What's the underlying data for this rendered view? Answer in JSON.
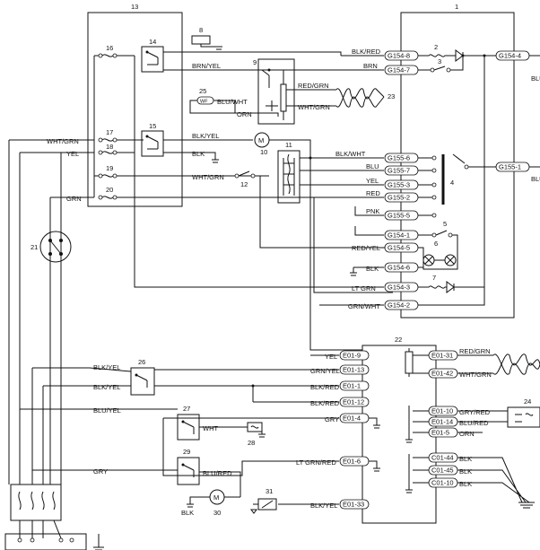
{
  "components": {
    "c1": "1",
    "c2": "2",
    "c3": "3",
    "c4": "4",
    "c5": "5",
    "c6": "6",
    "c7": "7",
    "c8": "8",
    "c9": "9",
    "c10": "10",
    "c11": "11",
    "c12": "12",
    "c13": "13",
    "c14": "14",
    "c15": "15",
    "c16": "16",
    "c17": "17",
    "c18": "18",
    "c19": "19",
    "c20": "20",
    "c21": "21",
    "c22": "22",
    "c23": "23",
    "c24": "24",
    "c25": "25",
    "c26": "26",
    "c27": "27",
    "c28": "28",
    "c29": "29",
    "c30": "30",
    "c31": "31"
  },
  "wires": {
    "blk_red_top": "BLK/RED",
    "brn": "BRN",
    "brn_yel": "BRN/YEL",
    "blu_wht": "BLU/WHT",
    "red_grn_top": "RED/GRN",
    "wht_grn_top": "WHT/GRN",
    "orn_top": "ORN",
    "wht_grn_left": "WHT/GRN",
    "yel_left": "YEL",
    "grn_left": "GRN",
    "blk_yel_15": "BLK/YEL",
    "blk_15": "BLK",
    "wht_grn_19": "WHT/GRN",
    "blk_wht": "BLK/WHT",
    "blu": "BLU",
    "yel_11": "YEL",
    "red_11": "RED",
    "pnk": "PNK",
    "red_yel": "RED/YEL",
    "blk_6": "BLK",
    "lt_grn": "LT GRN",
    "grn_wht": "GRN/WHT",
    "yel_22": "YEL",
    "grn_yel": "GRN/YEL",
    "blk_red_22a": "BLK/RED",
    "blk_red_22b": "BLK/RED",
    "gry_27": "GRY",
    "wht_27": "WHT",
    "blk_yel_26a": "BLK/YEL",
    "blk_yel_26b": "BLK/YEL",
    "blu_yel": "BLU/YEL",
    "gry_bot": "GRY",
    "blu_red": "BLU/RED",
    "blk_30": "BLK",
    "lt_grn_red": "LT GRN/RED",
    "blk_yel_31": "BLK/YEL",
    "red_grn_22": "RED/GRN",
    "wht_grn_22": "WHT/GRN",
    "gry_red": "GRY/RED",
    "blu_red_24": "BLU/RED",
    "orn_24": "ORN",
    "blk_a": "BLK",
    "blk_b": "BLK",
    "blk_c": "BLK",
    "blu_edge_a": "BLU",
    "blu_edge_b": "BLU"
  },
  "connectors": {
    "g154_8": "G154-8",
    "g154_7": "G154-7",
    "g154_4": "G154-4",
    "g155_6": "G155-6",
    "g155_7": "G155-7",
    "g155_3": "G155-3",
    "g155_2": "G155-2",
    "g155_5": "G155-5",
    "g155_1": "G155-1",
    "g154_1": "G154-1",
    "g154_5": "G154-5",
    "g154_6": "G154-6",
    "g154_3": "G154-3",
    "g154_2": "G154-2",
    "e01_9": "E01-9",
    "e01_13": "E01-13",
    "e01_1": "E01-1",
    "e01_12": "E01-12",
    "e01_4": "E01-4",
    "e01_6": "E01-6",
    "e01_33": "E01-33",
    "e01_31": "E01-31",
    "e01_42": "E01-42",
    "e01_10": "E01-10",
    "e01_14": "E01-14",
    "e01_5": "E01-5",
    "c01_44": "C01-44",
    "c01_45": "C01-45",
    "c01_10": "C01-10"
  },
  "symbols": {
    "motor": "M",
    "lamp_fuse_25": "WF"
  }
}
